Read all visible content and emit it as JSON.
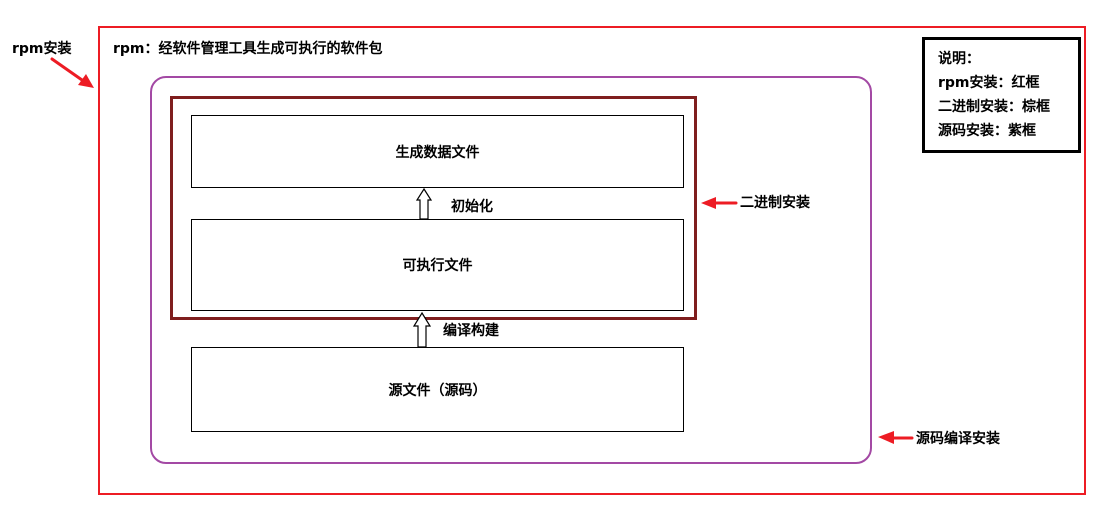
{
  "diagram": {
    "outer_label": "rpm安装",
    "rpm_title": "rpm：经软件管理工具生成可执行的软件包",
    "binary_label": "二进制安装",
    "source_compile_label": "源码编译安装",
    "boxes": {
      "data_files": "生成数据文件",
      "executable": "可执行文件",
      "source": "源文件（源码）"
    },
    "arrows": {
      "init": "初始化",
      "compile": "编译构建"
    },
    "legend": {
      "title": "说明：",
      "rpm": "rpm安装：红框",
      "binary": "二进制安装：棕框",
      "source": "源码安装：紫框"
    },
    "colors": {
      "rpm_frame": "#ed1c24",
      "binary_frame": "#7f1e1e",
      "source_frame": "#a349a4",
      "pointer_arrow": "#ed1c24"
    }
  }
}
